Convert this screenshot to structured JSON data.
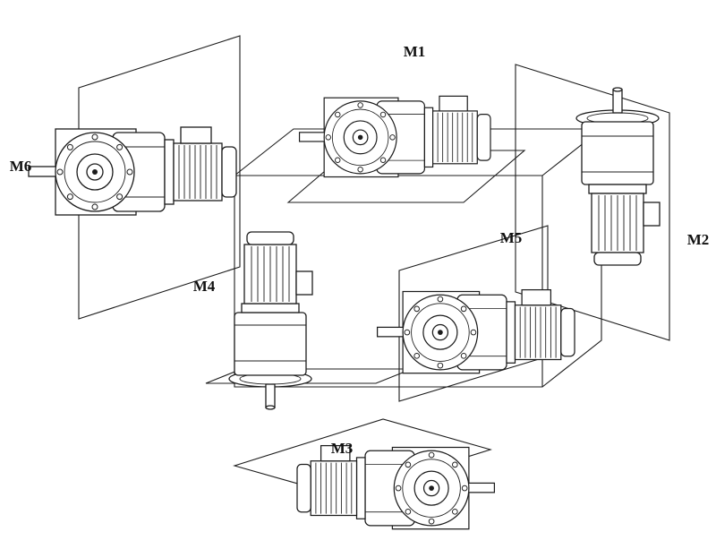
{
  "diagram": {
    "kind": "gearmotor-mounting-positions",
    "colors": {
      "line": "#1c1c1c",
      "background": "#ffffff"
    }
  },
  "labels": {
    "m1": "M1",
    "m2": "M2",
    "m3": "M3",
    "m4": "M4",
    "m5": "M5",
    "m6": "M6"
  }
}
